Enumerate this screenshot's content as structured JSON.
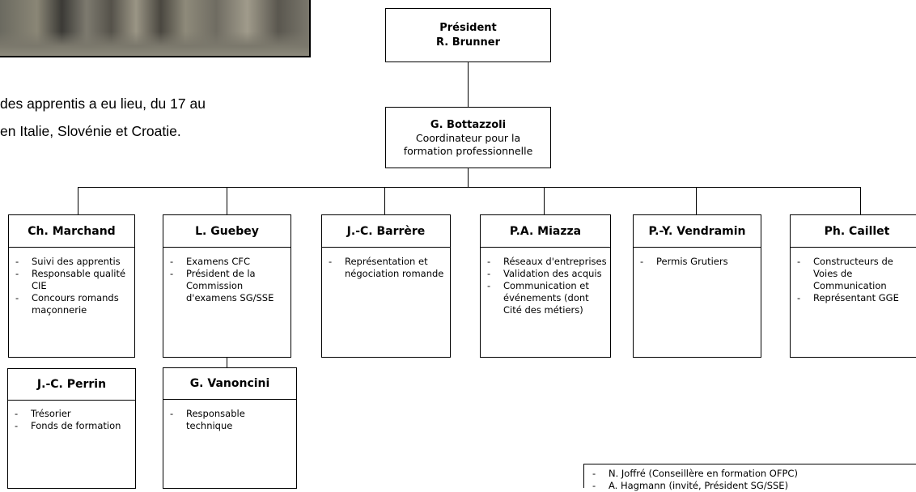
{
  "paragraph": {
    "line1": "des apprentis a eu lieu, du 17 au",
    "line2": "en Italie, Slovénie et Croatie."
  },
  "president": {
    "title": "Président",
    "name": "R. Brunner"
  },
  "coordinator": {
    "name": "G. Bottazzoli",
    "role1": "Coordinateur pour la",
    "role2": "formation professionnelle"
  },
  "members": [
    {
      "name": "Ch. Marchand",
      "tasks": [
        "Suivi des apprentis",
        "Responsable qualité CIE",
        "Concours romands maçonnerie"
      ]
    },
    {
      "name": "L. Guebey",
      "tasks": [
        "Examens CFC",
        "Président de la Commission d'examens SG/SSE"
      ]
    },
    {
      "name": "J.-C. Barrère",
      "tasks": [
        "Représentation et négociation romande"
      ]
    },
    {
      "name": "P.A. Miazza",
      "tasks": [
        "Réseaux d'entreprises",
        "Validation des acquis",
        "Communication et événements (dont Cité des métiers)"
      ]
    },
    {
      "name": "P.-Y. Vendramin",
      "tasks": [
        "Permis Grutiers"
      ]
    },
    {
      "name": "Ph. Caillet",
      "tasks": [
        "Constructeurs de Voies de Communication",
        "Représentant GGE"
      ]
    }
  ],
  "sub_members": [
    {
      "name": "J.-C. Perrin",
      "tasks": [
        "Trésorier",
        "Fonds de formation"
      ]
    },
    {
      "name": "G. Vanoncini",
      "tasks": [
        "Responsable technique"
      ]
    }
  ],
  "note": [
    "N. Joffré (Conseillère en formation OFPC)",
    "A. Hagmann (invité, Président SG/SSE)"
  ]
}
